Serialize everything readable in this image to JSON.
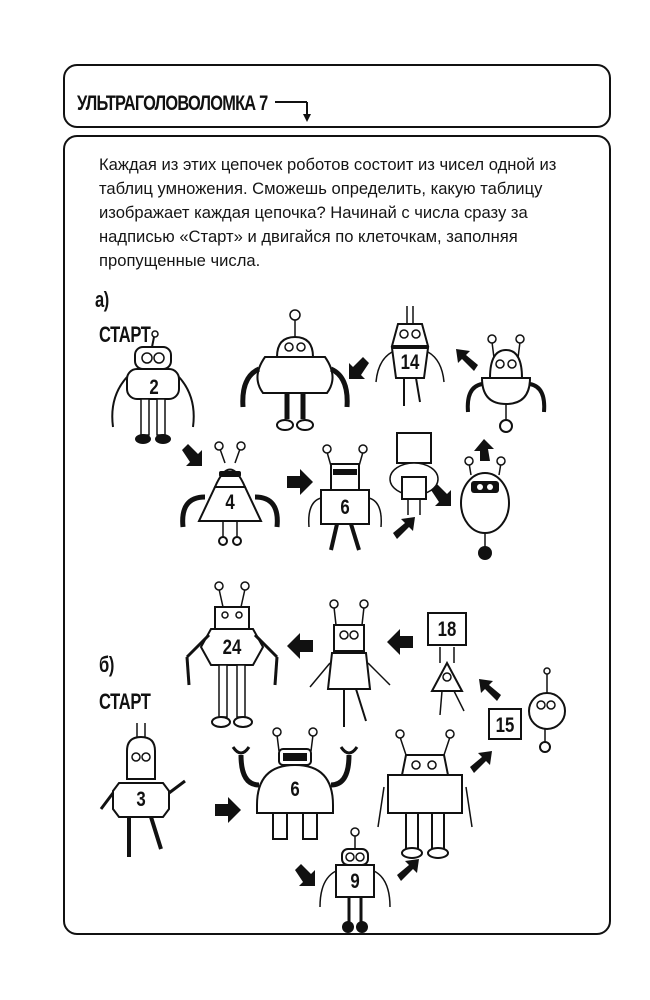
{
  "header": {
    "title": "УЛЬТРАГОЛОВОЛОМКА 7",
    "arrow_icon": "corner-down-arrow"
  },
  "intro": {
    "text": "Каждая из этих цепочек роботов состоит из чисел одной из таблиц умножения. Сможешь определить, какую таблицу изображает каждая цепочка? Начинай с числа сразу за надписью «Старт» и двигайся по клеточкам, заполняя пропущенные числа."
  },
  "puzzles": [
    {
      "label": "а)",
      "start_label": "СТАРТ",
      "robots": [
        {
          "number": "2"
        },
        {
          "number": "4"
        },
        {
          "number": "6"
        },
        {
          "number": ""
        },
        {
          "number": ""
        },
        {
          "number": ""
        },
        {
          "number": "14"
        },
        {
          "number": ""
        }
      ]
    },
    {
      "label": "б)",
      "start_label": "СТАРТ",
      "robots": [
        {
          "number": "3"
        },
        {
          "number": "6"
        },
        {
          "number": "9"
        },
        {
          "number": ""
        },
        {
          "number": "15"
        },
        {
          "number": "18"
        },
        {
          "number": ""
        },
        {
          "number": "24"
        }
      ]
    }
  ]
}
